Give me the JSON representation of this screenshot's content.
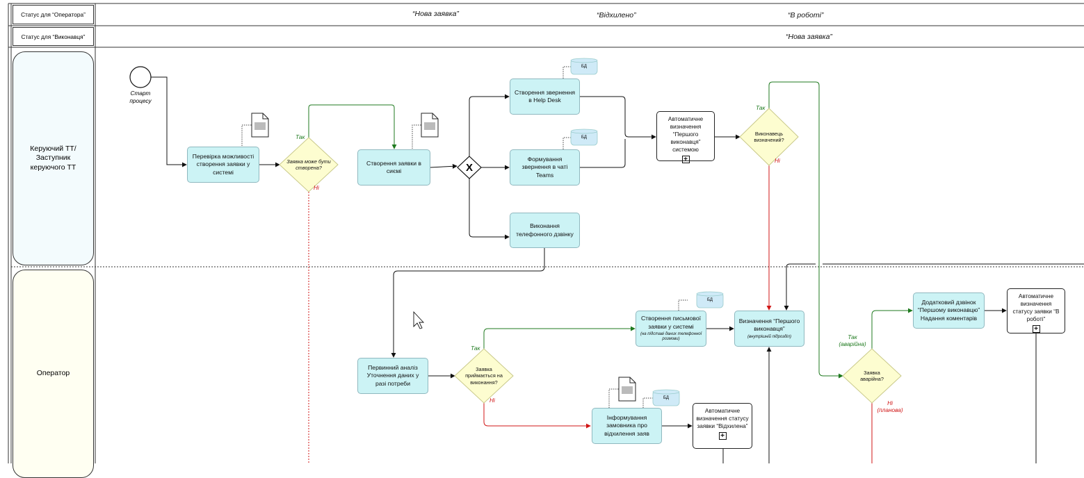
{
  "status_rows": {
    "operator_label": "Статус для “Оператора”",
    "executor_label": "Статус для “Виконавця”",
    "operator_values": [
      "“Нова заявка”",
      "“Відхилено”",
      "“В роботі”"
    ],
    "executor_values": [
      "“Нова заявка”"
    ]
  },
  "lanes": {
    "manager": "Керуючий ТТ/ Заступник керуючого ТТ",
    "operator": "Оператор"
  },
  "start": {
    "label": "Старт процесу"
  },
  "tasks": {
    "check": "Перевірка можливості створення заявки у системі",
    "create": "Створення заявки в сиємі",
    "helpdesk": "Створення звернення в Help Desk",
    "teams": "Формування звернення в чаті Teams",
    "phone": "Виконання телефонного дзвінку",
    "analysis": "Первинний аналіз Уточнення даних у разі потреби",
    "written": "Створення письмової заявки у системі",
    "written_note": "(на підставі даних телефонної розмови)",
    "assign_first": "Визначення “Першого виконавця”",
    "assign_first_note": "(внутрішній підрозділ)",
    "call_first": "Додатковий дзвінок “Першому виконавцю” Надання коментарів",
    "inform": "Інформування замовника про відхилення заяв"
  },
  "auto_tasks": {
    "auto_first": "Автоматичне визначення “Першого виконавця” системою",
    "auto_work": "Автоматичне визначення статусу заявки “В роботі”",
    "auto_rejected": "Автоматичне визначення статусу заявки “Відхилена”"
  },
  "gateways": {
    "can_create": "Заявка може бути створена?",
    "executor_defined": "Виконавець визначений?",
    "accepted": "Заявка приймається на виконання?",
    "emergency": "Заявка аварійна?"
  },
  "flow_labels": {
    "yes": "Так",
    "no": "Ні",
    "yes_emergency": "(аварійна)",
    "no_planned": "(планова)"
  },
  "db_label": "БД",
  "colors": {
    "task_fill": "#ccf3f5",
    "gateway_fill": "#fdfdd0",
    "yes_flow": "#1f7a1f",
    "no_flow": "#d01515"
  }
}
